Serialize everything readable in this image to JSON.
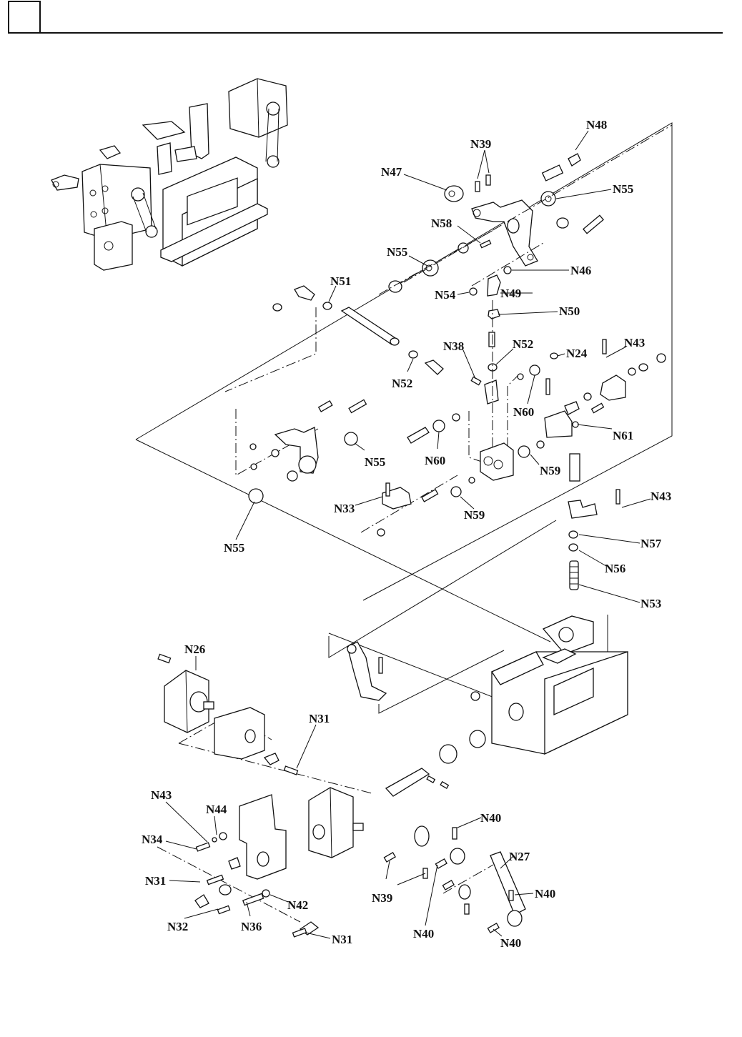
{
  "page": {
    "header_box_text": "",
    "title": ""
  },
  "diagram": {
    "type": "exploded-parts-view",
    "callouts": [
      {
        "id": "N48",
        "text": "N48"
      },
      {
        "id": "N39a",
        "text": "N39"
      },
      {
        "id": "N47",
        "text": "N47"
      },
      {
        "id": "N55a",
        "text": "N55"
      },
      {
        "id": "N58",
        "text": "N58"
      },
      {
        "id": "N55b",
        "text": "N55"
      },
      {
        "id": "N46",
        "text": "N46"
      },
      {
        "id": "N54",
        "text": "N54"
      },
      {
        "id": "N49",
        "text": "N49"
      },
      {
        "id": "N51",
        "text": "N51"
      },
      {
        "id": "N50",
        "text": "N50"
      },
      {
        "id": "N38",
        "text": "N38"
      },
      {
        "id": "N52a",
        "text": "N52"
      },
      {
        "id": "N24",
        "text": "N24"
      },
      {
        "id": "N43a",
        "text": "N43"
      },
      {
        "id": "N52b",
        "text": "N52"
      },
      {
        "id": "N60a",
        "text": "N60"
      },
      {
        "id": "N61",
        "text": "N61"
      },
      {
        "id": "N60b",
        "text": "N60"
      },
      {
        "id": "N55c",
        "text": "N55"
      },
      {
        "id": "N59a",
        "text": "N59"
      },
      {
        "id": "N43b",
        "text": "N43"
      },
      {
        "id": "N33",
        "text": "N33"
      },
      {
        "id": "N59b",
        "text": "N59"
      },
      {
        "id": "N57",
        "text": "N57"
      },
      {
        "id": "N55d",
        "text": "N55"
      },
      {
        "id": "N56",
        "text": "N56"
      },
      {
        "id": "N53",
        "text": "N53"
      },
      {
        "id": "N26",
        "text": "N26"
      },
      {
        "id": "N31a",
        "text": "N31"
      },
      {
        "id": "N43c",
        "text": "N43"
      },
      {
        "id": "N44",
        "text": "N44"
      },
      {
        "id": "N40a",
        "text": "N40"
      },
      {
        "id": "N34",
        "text": "N34"
      },
      {
        "id": "N27",
        "text": "N27"
      },
      {
        "id": "N31b",
        "text": "N31"
      },
      {
        "id": "N40b",
        "text": "N40"
      },
      {
        "id": "N42",
        "text": "N42"
      },
      {
        "id": "N39b",
        "text": "N39"
      },
      {
        "id": "N32",
        "text": "N32"
      },
      {
        "id": "N36",
        "text": "N36"
      },
      {
        "id": "N40c",
        "text": "N40"
      },
      {
        "id": "N31c",
        "text": "N31"
      },
      {
        "id": "N40d",
        "text": "N40"
      }
    ]
  }
}
